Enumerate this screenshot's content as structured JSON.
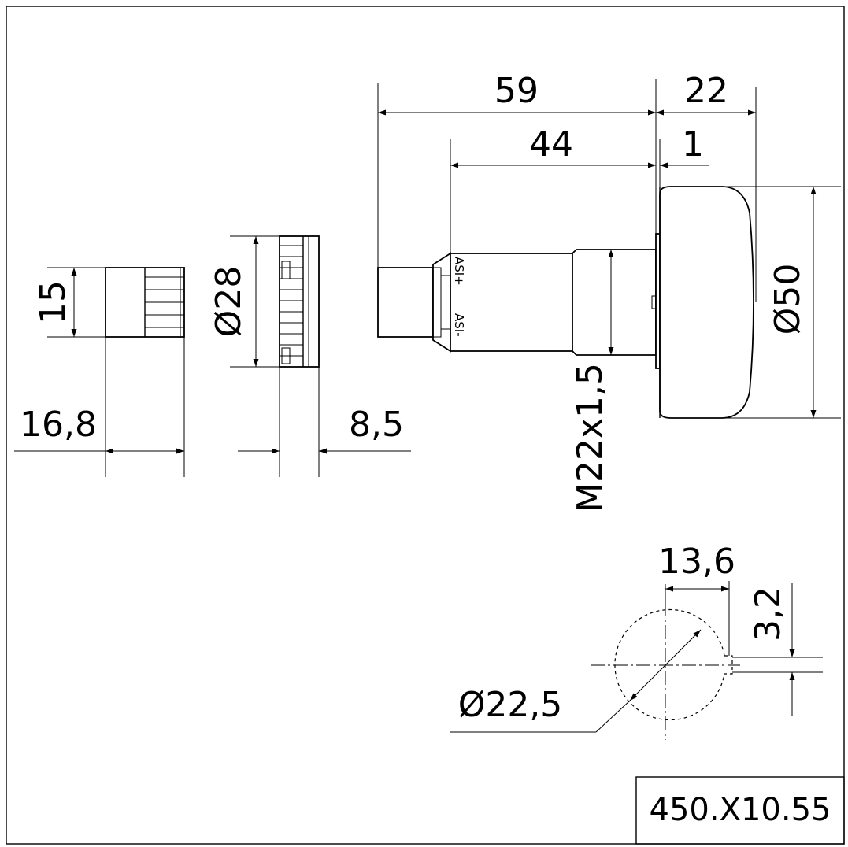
{
  "drawing_id": "450.X10.55",
  "dimensions": {
    "d59": "59",
    "d22": "22",
    "d44": "44",
    "d1": "1",
    "dia50": "Ø50",
    "thread": "M22x1,5",
    "dia28": "Ø28",
    "d15": "15",
    "d16_8": "16,8",
    "d8_5": "8,5",
    "d13_6": "13,6",
    "d3_2": "3,2",
    "dia22_5": "Ø22,5"
  },
  "terminals": {
    "plus": "ASI+",
    "minus": "ASI-"
  }
}
